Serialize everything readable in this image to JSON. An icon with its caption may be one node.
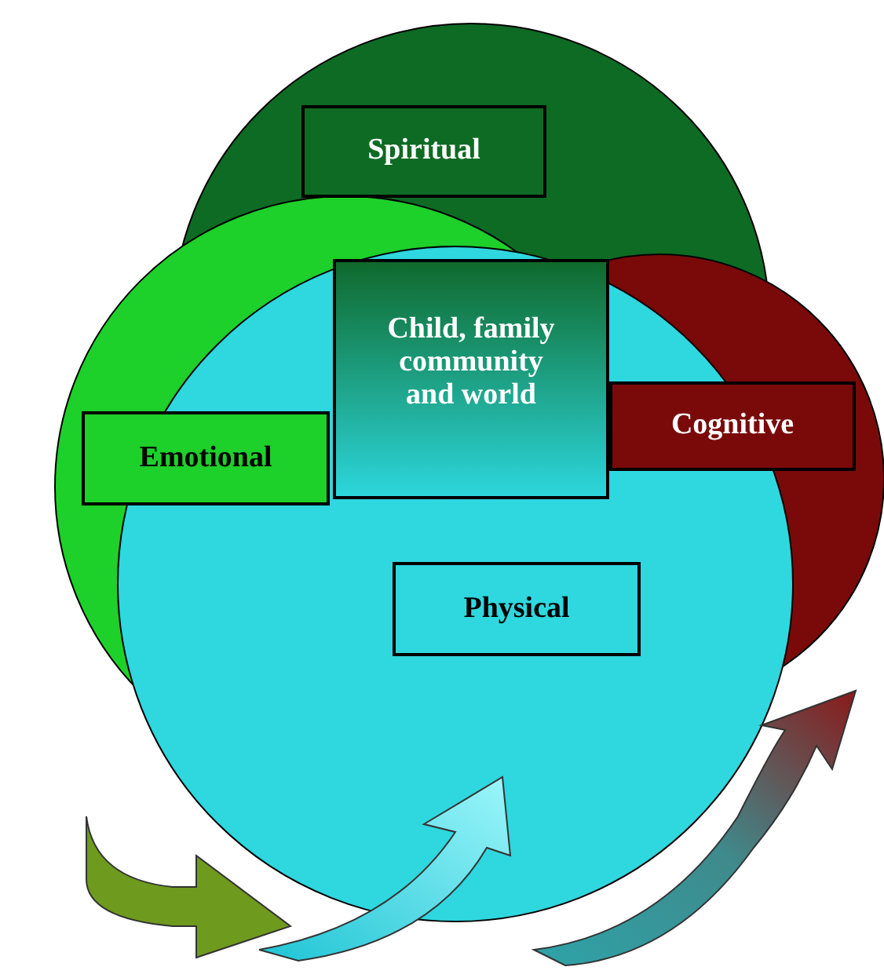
{
  "diagram": {
    "nodes": [
      {
        "text": [
          "Spiritual"
        ]
      },
      {
        "text": [
          "Child, family community and world"
        ]
      },
      {
        "text": [
          "Emotional"
        ]
      },
      {
        "text": [
          "Cognitive"
        ]
      },
      {
        "text": [
          "Physical"
        ]
      }
    ]
  }
}
